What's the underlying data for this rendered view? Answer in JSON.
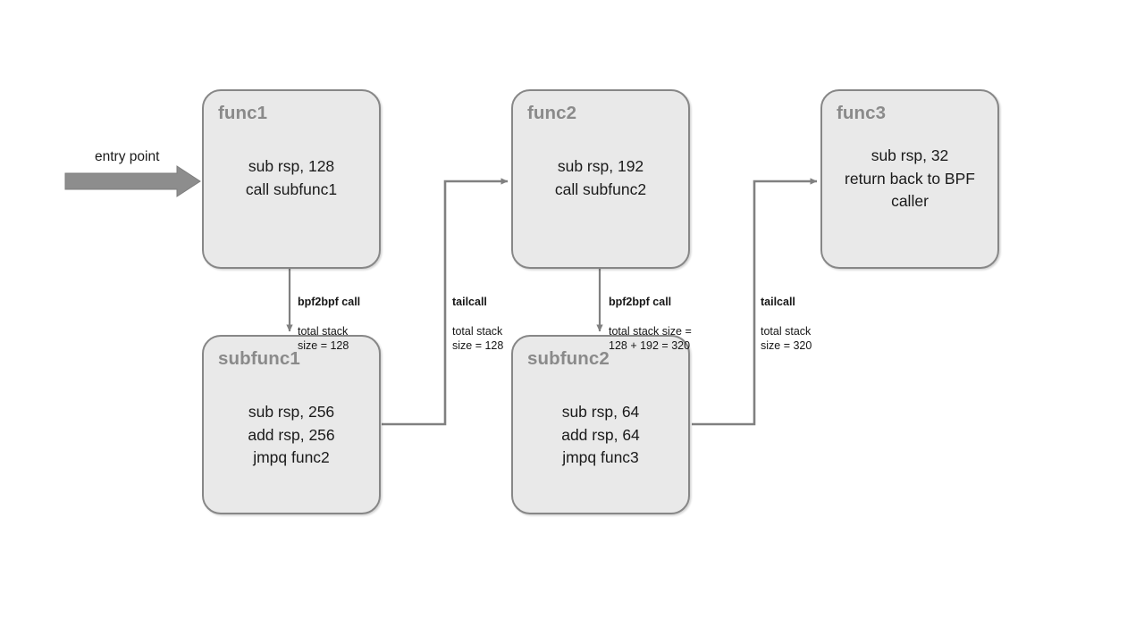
{
  "diagram": {
    "entry": {
      "label": "entry point",
      "arrow_icon": "block-arrow-right-icon"
    },
    "nodes": [
      {
        "id": "func1",
        "title": "func1",
        "body": "sub rsp, 128\ncall subfunc1"
      },
      {
        "id": "func2",
        "title": "func2",
        "body": "sub rsp, 192\ncall subfunc2"
      },
      {
        "id": "func3",
        "title": "func3",
        "body": "sub rsp, 32\nreturn back to BPF\ncaller"
      },
      {
        "id": "subfunc1",
        "title": "subfunc1",
        "body": "sub rsp, 256\nadd rsp, 256\njmpq func2"
      },
      {
        "id": "subfunc2",
        "title": "subfunc2",
        "body": "sub rsp, 64\nadd rsp, 64\njmpq func3"
      }
    ],
    "edges": [
      {
        "id": "func1-to-subfunc1",
        "kind": "bpf2bpf call",
        "detail": "total stack\nsize = 128"
      },
      {
        "id": "subfunc1-to-func2",
        "kind": "tailcall",
        "detail": "total stack\nsize = 128"
      },
      {
        "id": "func2-to-subfunc2",
        "kind": "bpf2bpf call",
        "detail": "total stack size =\n128 + 192 = 320"
      },
      {
        "id": "subfunc2-to-func3",
        "kind": "tailcall",
        "detail": "total stack\nsize = 320"
      }
    ],
    "colors": {
      "node_fill": "#e9e9e9",
      "node_border": "#878787",
      "title_text": "#8a8a8a",
      "body_text": "#1a1a1a",
      "connector": "#808080",
      "background": "#ffffff"
    }
  }
}
